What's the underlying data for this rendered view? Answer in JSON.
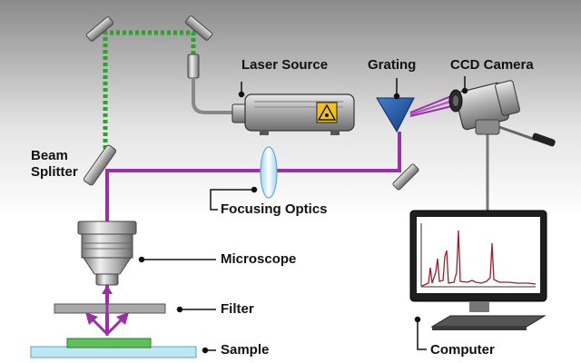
{
  "labels": {
    "laser_source": "Laser Source",
    "grating": "Grating",
    "ccd_camera": "CCD Camera",
    "beam_splitter_line1": "Beam",
    "beam_splitter_line2": "Splitter",
    "focusing_optics": "Focusing Optics",
    "microscope": "Microscope",
    "filter": "Filter",
    "sample": "Sample",
    "computer": "Computer"
  },
  "colors": {
    "laser_beam": "#9a2fa8",
    "reference_beam": "#2aa52a",
    "spectrum_line": "#9b1d2a",
    "sample_slide": "#bfe6f2",
    "sample_specimen": "#5fbf5a"
  },
  "icons": [
    "laser-warning-icon"
  ]
}
